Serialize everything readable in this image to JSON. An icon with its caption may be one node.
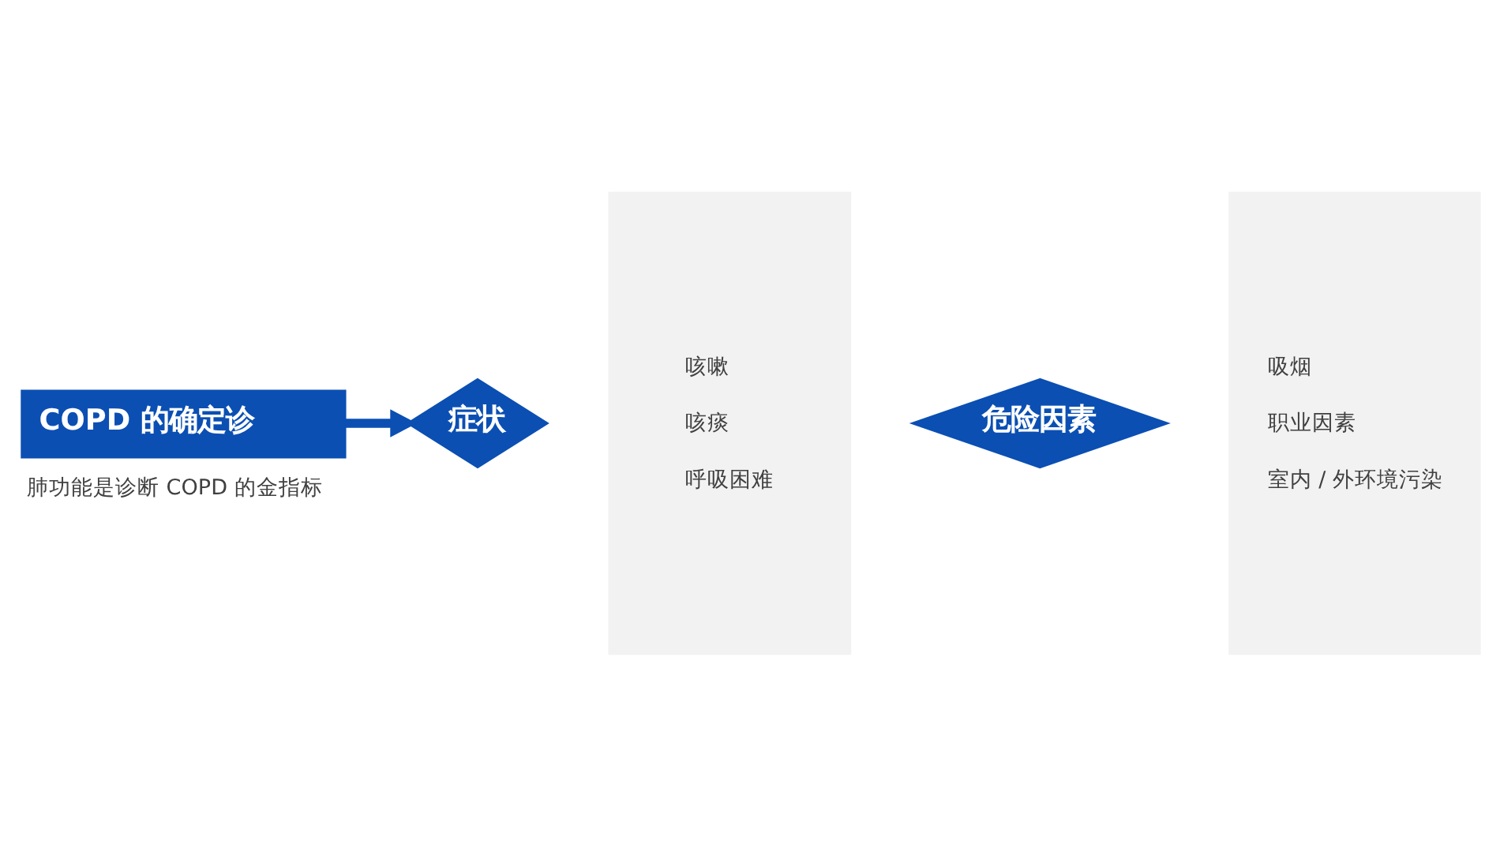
{
  "diagram": {
    "nodes": [
      {
        "text": [
          "COPD 的确定诊"
        ],
        "beside": [
          "肺功能是诊断 COPD 的金指标"
        ]
      },
      {
        "text": [
          "症状"
        ]
      },
      {
        "text": [
          "咳嗽",
          "咳痰",
          "呼吸困难"
        ]
      },
      {
        "text": [
          "危险因素"
        ]
      },
      {
        "text": [
          "吸烟",
          "职业因素",
          "室内 / 外环境污染"
        ]
      }
    ],
    "edges": [
      {
        "from": 0,
        "to": 1,
        "arrow": "to"
      }
    ]
  }
}
